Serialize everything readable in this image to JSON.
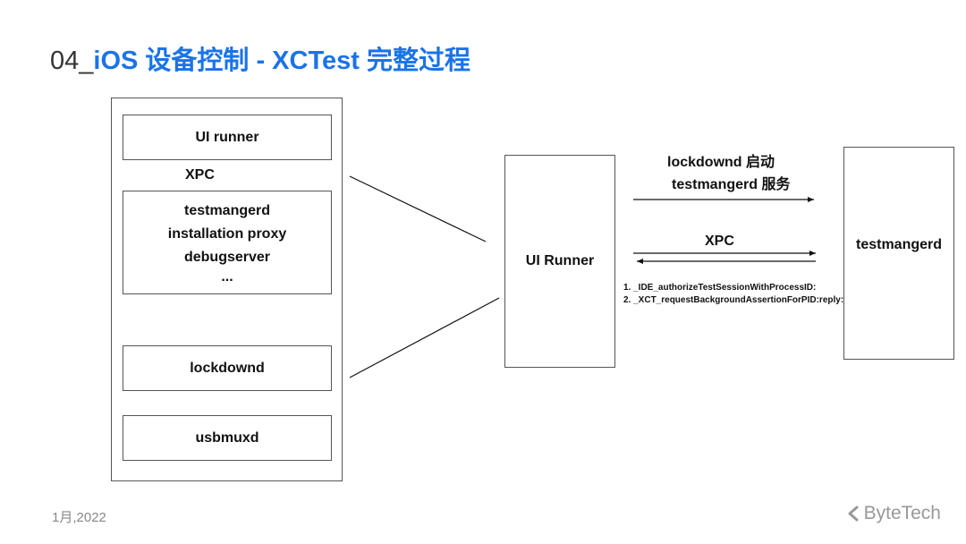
{
  "title": {
    "prefix": "04_",
    "main": "iOS 设备控制 - XCTest 完整过程"
  },
  "left_stack": {
    "ui_runner": "UI runner",
    "xpc": "XPC",
    "services": [
      "testmangerd",
      "installation proxy",
      "debugserver",
      "..."
    ],
    "lockdownd": "lockdownd",
    "usbmuxd": "usbmuxd"
  },
  "right": {
    "ui_runner_box": "UI Runner",
    "testmangerd_box": "testmangerd",
    "start_label_line1": "lockdownd 启动",
    "start_label_line2": "testmangerd 服务",
    "xpc": "XPC",
    "calls": [
      "1.  _IDE_authorizeTestSessionWithProcessID:",
      "2.  _XCT_requestBackgroundAssertionForPID:reply:"
    ]
  },
  "footer": {
    "date": "1月,2022",
    "logo": "ByteTech"
  },
  "colors": {
    "accent": "#1a73e8"
  }
}
